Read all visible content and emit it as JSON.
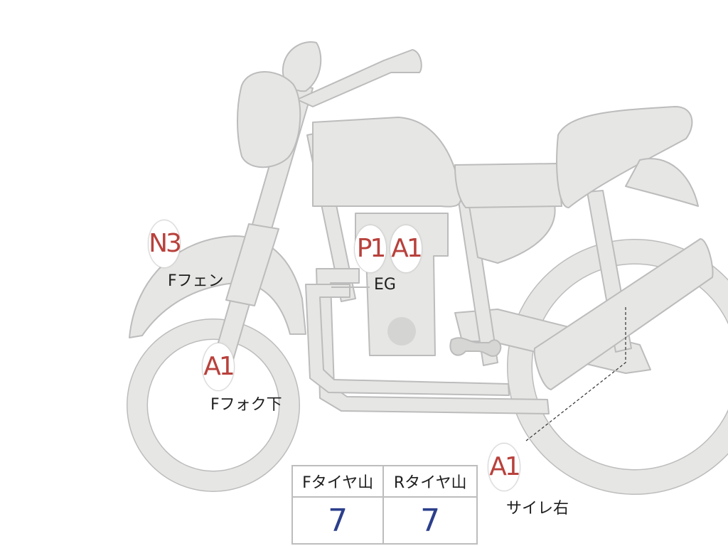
{
  "parts": [
    {
      "code": "N3",
      "label": "Fフェン"
    },
    {
      "code": "P1",
      "label": "EG"
    },
    {
      "code": "A1",
      "label": ""
    },
    {
      "code": "A1",
      "label": "Fフォク下"
    },
    {
      "code": "A1",
      "label": "サイレ右"
    }
  ],
  "tread": {
    "front_header": "Fタイヤ山",
    "rear_header": "Rタイヤ山",
    "front_value": "7",
    "rear_value": "7"
  },
  "colors": {
    "bike_fill": "#e6e6e4",
    "bike_stroke": "#bcbcbc",
    "code_text": "#b8413c",
    "tread_value": "#2c3f8c"
  }
}
